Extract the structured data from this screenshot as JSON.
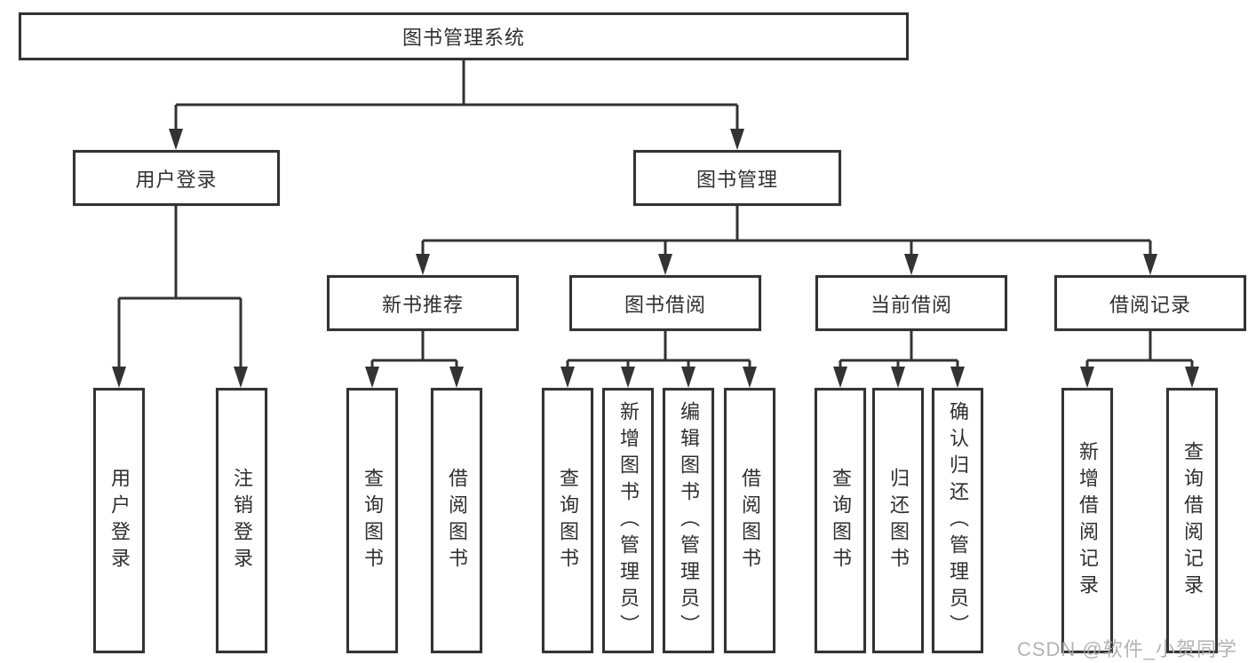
{
  "diagram_title": "图书管理系统",
  "tree": {
    "root": {
      "label": "图书管理系统"
    },
    "children": [
      {
        "label": "用户登录",
        "children": [
          {
            "label": "用户登录"
          },
          {
            "label": "注销登录"
          }
        ]
      },
      {
        "label": "图书管理",
        "children": [
          {
            "label": "新书推荐",
            "children": [
              {
                "label": "查询图书"
              },
              {
                "label": "借阅图书"
              }
            ]
          },
          {
            "label": "图书借阅",
            "children": [
              {
                "label": "查询图书"
              },
              {
                "label": "新增图书（管理员）"
              },
              {
                "label": "编辑图书（管理员）"
              },
              {
                "label": "借阅图书"
              }
            ]
          },
          {
            "label": "当前借阅",
            "children": [
              {
                "label": "查询图书"
              },
              {
                "label": "归还图书"
              },
              {
                "label": "确认归还（管理员）"
              }
            ]
          },
          {
            "label": "借阅记录",
            "children": [
              {
                "label": "新增借阅记录"
              },
              {
                "label": "查询借阅记录"
              }
            ]
          }
        ]
      }
    ]
  },
  "watermark": {
    "text": "CSDN @软件_小贺同学"
  },
  "colors": {
    "line": "#333333",
    "text": "#2f2f2f",
    "box_background": "#ffffff",
    "watermark": "#ababab",
    "background": "#ffffff"
  }
}
